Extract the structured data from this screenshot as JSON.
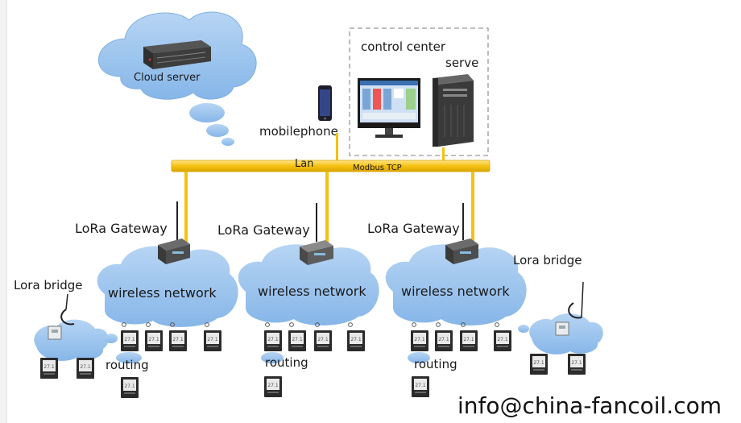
{
  "labels": {
    "cloud_server": "Cloud server",
    "control_center_line1": "control center",
    "control_center_line2": "serve",
    "mobilephone": "mobilephone",
    "lan": "Lan",
    "modbus": "Modbus TCP",
    "gateway1": "LoRa Gateway",
    "gateway2": "LoRa Gateway",
    "gateway3": "LoRa Gateway",
    "network1": "wireless network",
    "network2": "wireless network",
    "network3": "wireless network",
    "lora_bridge_left": "Lora bridge",
    "lora_bridge_right": "Lora bridge",
    "routing1": "routing",
    "routing2": "routing",
    "routing3": "routing",
    "email": "info@china-fancoil.com"
  },
  "colors": {
    "cloud": "#9cc3ec",
    "cloud_edge": "#7fb0e3",
    "bus": "#f5c211",
    "bus_edge": "#d9a400",
    "device_dark": "#333333"
  }
}
